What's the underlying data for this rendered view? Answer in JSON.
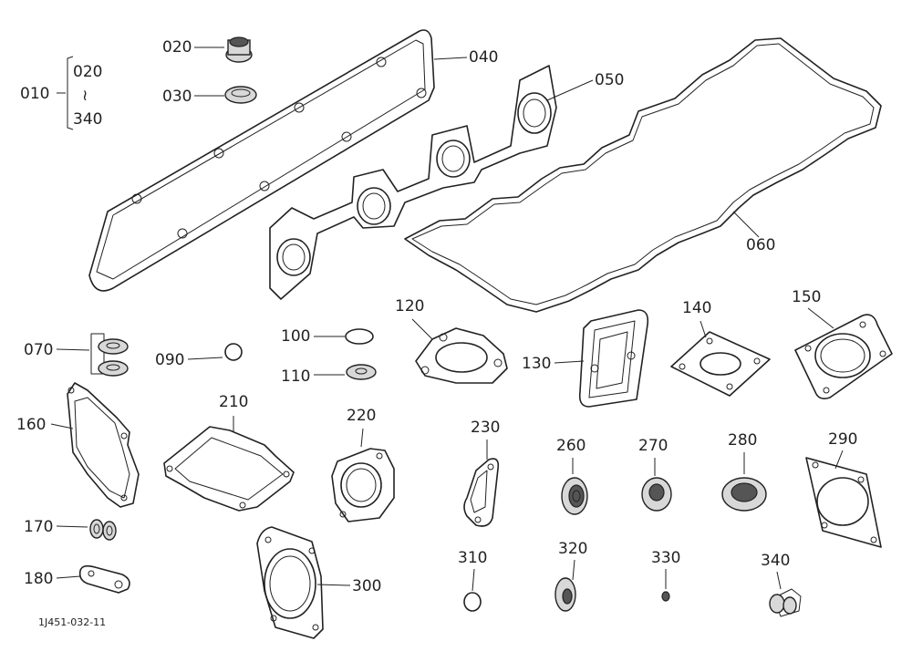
{
  "labels": {
    "p010": "010",
    "p020": "020",
    "p020_range": "020",
    "range_sep": "≀",
    "p340_range": "340",
    "p030": "030",
    "p040": "040",
    "p050": "050",
    "p060": "060",
    "p070": "070",
    "p090": "090",
    "p100": "100",
    "p110": "110",
    "p120": "120",
    "p130": "130",
    "p140": "140",
    "p150": "150",
    "p160": "160",
    "p170": "170",
    "p180": "180",
    "p210": "210",
    "p220": "220",
    "p230": "230",
    "p260": "260",
    "p270": "270",
    "p280": "280",
    "p290": "290",
    "p300": "300",
    "p310": "310",
    "p320": "320",
    "p330": "330",
    "p340": "340"
  },
  "drawing_code": "1J451-032-11"
}
